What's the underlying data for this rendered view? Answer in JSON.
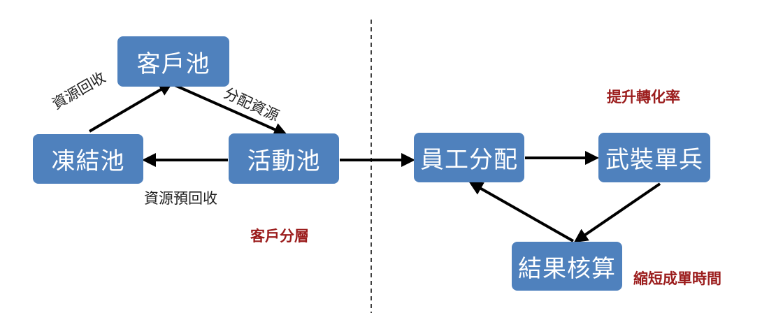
{
  "left_section": {
    "title": "客戶分層",
    "nodes": {
      "customer_pool": "客戶池",
      "frozen_pool": "凍結池",
      "active_pool": "活動池"
    },
    "edges": {
      "resource_recovery": "資源回收",
      "allocate_resources": "分配資源",
      "resource_pre_recovery": "資源預回收"
    }
  },
  "right_section": {
    "title": "提升轉化率",
    "footer_label": "縮短成單時間",
    "nodes": {
      "staff_allocation": "員工分配",
      "armed_soldier": "武裝單兵",
      "result_accounting": "結果核算"
    }
  },
  "colors": {
    "node_fill": "#4f81bd",
    "node_text": "#ffffff",
    "section_label": "#9b1c1c",
    "arrow": "#000000",
    "divider": "#000000"
  }
}
